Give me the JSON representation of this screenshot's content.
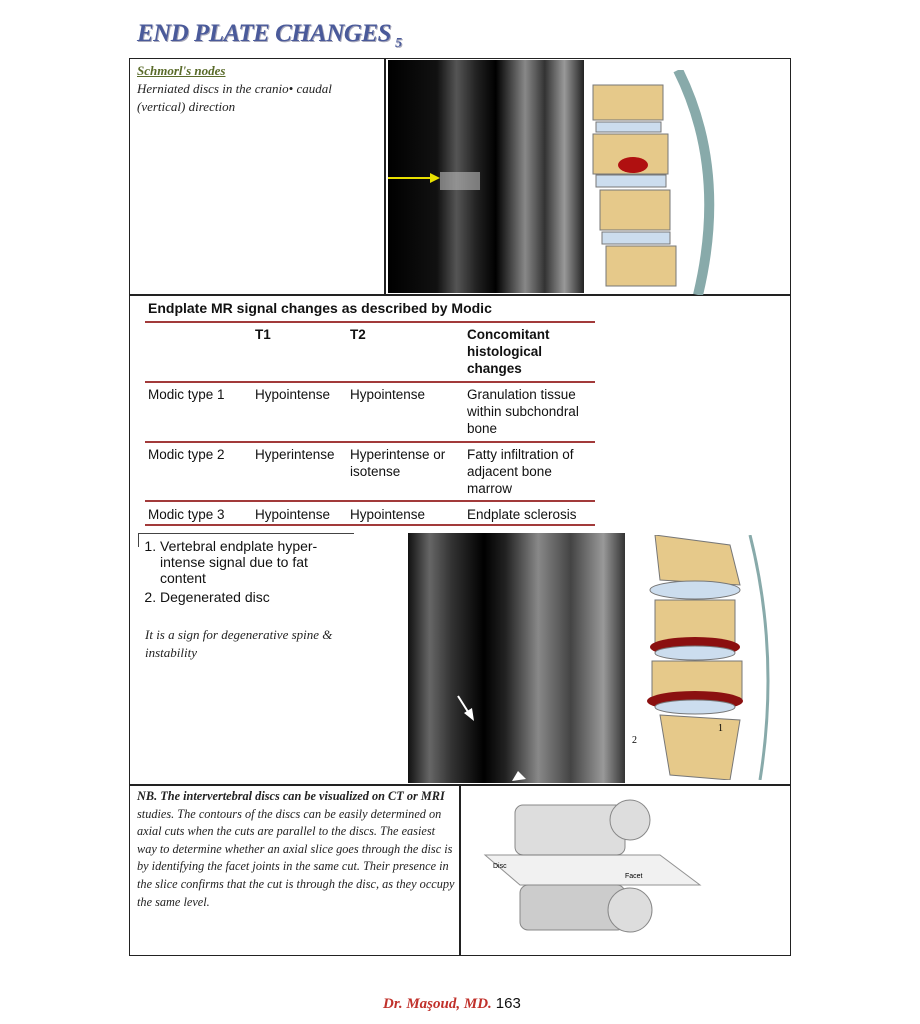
{
  "title": "END PLATE CHANGES",
  "title_sub": "5",
  "schmorl": {
    "heading": "Schmorl's nodes",
    "text": "Herniated discs in the cranio• caudal (vertical) direction"
  },
  "modic": {
    "caption": "Endplate MR signal changes as described by Modic",
    "headers": [
      "",
      "T1",
      "T2",
      "Concomitant histological changes"
    ],
    "rows": [
      [
        "Modic type 1",
        "Hypointense",
        "Hypointense",
        "Granulation tissue within subchondral bone"
      ],
      [
        "Modic type 2",
        "Hyperintense",
        "Hyperintense or isotense",
        "Fatty infiltration of adjacent bone marrow"
      ],
      [
        "Modic type 3",
        "Hypointense",
        "Hypointense",
        "Endplate sclerosis"
      ]
    ]
  },
  "endplate": {
    "items": [
      "Vertebral endplate hyper-intense signal due to fat content",
      "Degenerated disc"
    ],
    "note": "It is a sign for degenerative spine & instability",
    "labels": [
      "1",
      "2"
    ]
  },
  "nb": {
    "bold1": "NB. The intervertebral discs can be visualized on CT or",
    "bold2": "MRI",
    "text": " studies. The contours of the discs can be easily determined on axial cuts when the cuts are parallel to the discs. The easiest way to determine whether an axial slice goes through the disc is by identifying the facet joints in the same cut. Their presence in the slice confirms that the cut is through the disc, as they occupy the same level."
  },
  "diagram_labels": {
    "disc": "Disc",
    "facet": "Facet"
  },
  "footer": {
    "author": "Dr. Maşoud, MD.",
    "page": "163"
  }
}
